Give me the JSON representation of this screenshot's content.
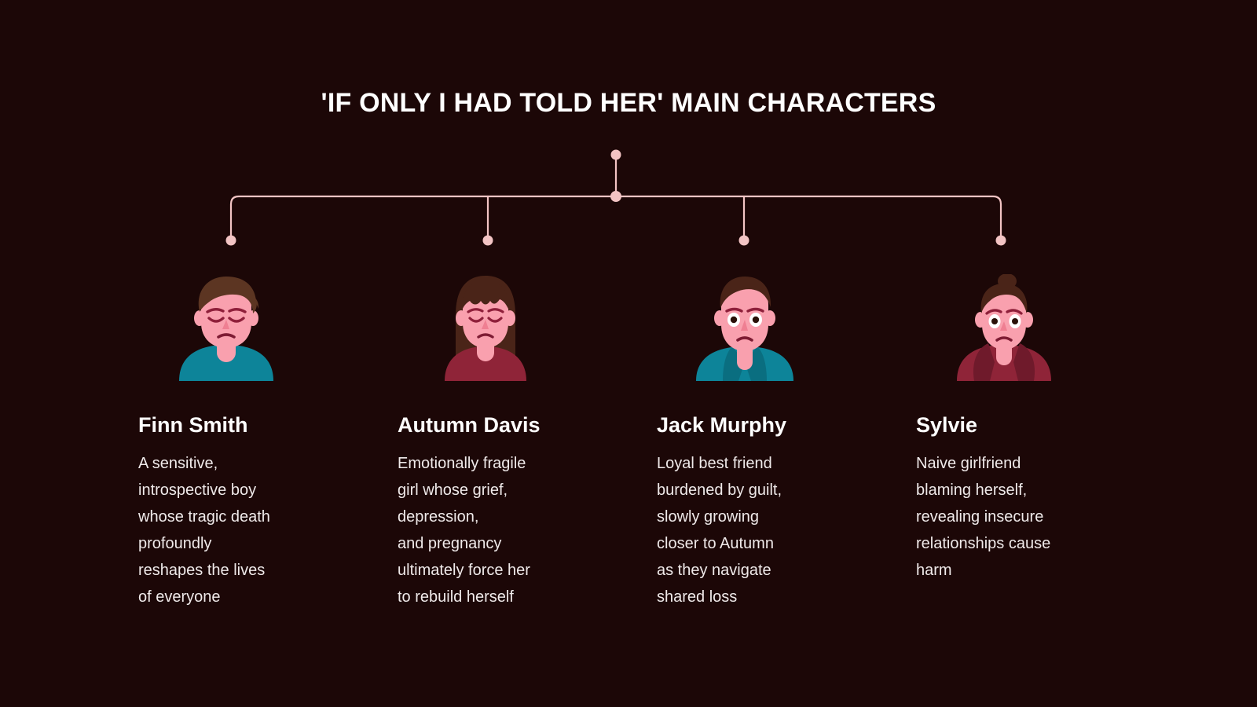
{
  "theme": {
    "background": "#1c0707",
    "connector": "#f3c4c4",
    "title_color": "#ffffff",
    "name_color": "#ffffff",
    "desc_color": "#f0eaea",
    "skin": "#f9a0ae",
    "hair_dark": "#4a2418",
    "hair_mid": "#5c3522",
    "teal": "#0d8499",
    "crimson": "#8f2438",
    "brow": "#8e1f3a"
  },
  "header": {
    "title": "'IF ONLY I HAD TOLD HER' MAIN CHARACTERS"
  },
  "diagram": {
    "type": "org-tree",
    "root_node_label": "",
    "branch_count": 4,
    "node_dots": 5
  },
  "characters": [
    {
      "id": "finn-smith",
      "name": "Finn Smith",
      "description": "A sensitive,\nintrospective boy\nwhose tragic death\nprofoundly\nreshapes the lives\nof everyone",
      "avatar": {
        "icon": "avatar-finn-icon",
        "hair": "short-wavy",
        "hair_color": "#5c3522",
        "eyes": "closed",
        "clothing": "crew-neck-shirt",
        "clothing_color": "#0d8499"
      }
    },
    {
      "id": "autumn-davis",
      "name": "Autumn Davis",
      "description": "Emotionally fragile\ngirl whose grief,\ndepression,\nand pregnancy\nultimately force her\nto rebuild herself",
      "avatar": {
        "icon": "avatar-autumn-icon",
        "hair": "long-straight",
        "hair_color": "#4a2418",
        "eyes": "closed",
        "clothing": "crew-neck-top",
        "clothing_color": "#8f2438"
      }
    },
    {
      "id": "jack-murphy",
      "name": "Jack Murphy",
      "description": "Loyal best friend\nburdened by guilt,\nslowly growing\ncloser to Autumn\nas they navigate\nshared loss",
      "avatar": {
        "icon": "avatar-jack-icon",
        "hair": "short-swept",
        "hair_color": "#4a2418",
        "eyes": "open",
        "clothing": "collared-shirt",
        "clothing_color": "#0d8499"
      }
    },
    {
      "id": "sylvie",
      "name": "Sylvie",
      "description": "Naive girlfriend\nblaming herself,\nrevealing insecure\nrelationships cause\nharm",
      "avatar": {
        "icon": "avatar-sylvie-icon",
        "hair": "top-bun",
        "hair_color": "#4a2418",
        "eyes": "open-worried",
        "clothing": "hoodie",
        "clothing_color": "#8f2438"
      }
    }
  ]
}
